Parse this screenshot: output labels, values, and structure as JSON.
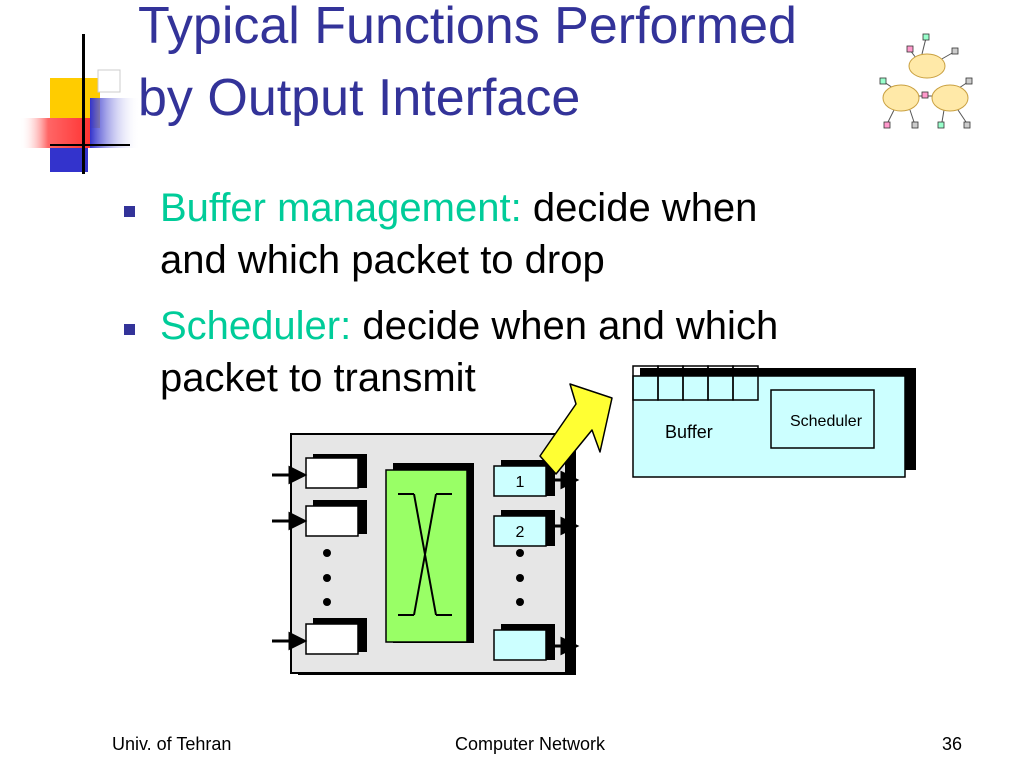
{
  "slide": {
    "title_line1": "Typical Functions Performed",
    "title_line2": "by Output Interface",
    "bullets": [
      {
        "highlight": "Buffer management:",
        "line1_rest": " decide when",
        "line2": "and which packet to drop"
      },
      {
        "highlight": "Scheduler:",
        "line1_rest": " decide when and which",
        "line2": "packet to transmit"
      }
    ]
  },
  "diagram": {
    "output_port_labels": [
      "1",
      "2"
    ],
    "buffer_label": "Buffer",
    "scheduler_label": "Scheduler",
    "icons": [
      "network-clouds-icon",
      "corner-decoration-icon",
      "callout-arrow-icon",
      "crossbar-switch-icon"
    ]
  },
  "footer": {
    "left": "Univ. of Tehran",
    "center": "Computer Network",
    "page_number": "36"
  },
  "colors": {
    "title": "#333399",
    "highlight": "#00cc99",
    "switch_fabric": "#99ff66",
    "port_fill": "#ccffff",
    "callout": "#ffff33"
  }
}
